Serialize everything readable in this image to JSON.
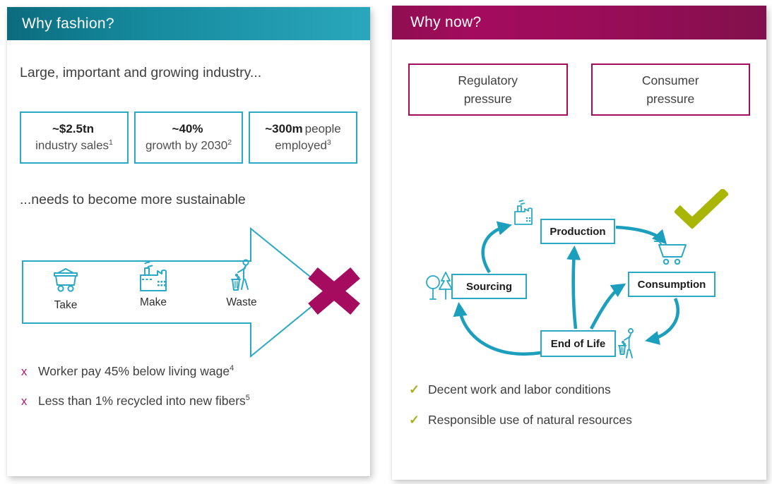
{
  "left_panel": {
    "title": "Why fashion?",
    "intro": "Large, important and growing industry...",
    "stats": [
      {
        "value": "~$2.5tn",
        "value2": "",
        "label": "industry sales",
        "sup": "1"
      },
      {
        "value": "~40%",
        "value2": "",
        "label": "growth by 2030",
        "sup": "2"
      },
      {
        "value": "~300m",
        "value2": "people",
        "label": "employed",
        "sup": "3"
      }
    ],
    "subheading": "...needs to become more sustainable",
    "steps": [
      {
        "label": "Take",
        "icon": "mine-cart-icon"
      },
      {
        "label": "Make",
        "icon": "factory-icon"
      },
      {
        "label": "Waste",
        "icon": "waste-person-icon"
      }
    ],
    "negatives": [
      {
        "marker": "x",
        "text": "Worker pay 45% below living wage",
        "sup": "4"
      },
      {
        "marker": "x",
        "text": "Less than 1% recycled into new fibers",
        "sup": "5"
      }
    ]
  },
  "right_panel": {
    "title": "Why now?",
    "pressures": [
      {
        "line1": "Regulatory",
        "line2": "pressure"
      },
      {
        "line1": "Consumer",
        "line2": "pressure"
      }
    ],
    "cycle": {
      "nodes": [
        {
          "label": "Production"
        },
        {
          "label": "Sourcing"
        },
        {
          "label": "Consumption"
        },
        {
          "label": "End of Life"
        }
      ]
    },
    "positives": [
      {
        "marker": "✓",
        "text": "Decent work and labor conditions"
      },
      {
        "marker": "✓",
        "text": "Responsible use of natural resources"
      }
    ]
  },
  "colors": {
    "teal_dark": "#0c6c7e",
    "teal_light": "#2aa7bc",
    "magenta": "#a40b5e",
    "cyan": "#2aa9c6",
    "arrow_cyan": "#1c9fbd",
    "olive": "#a9b606",
    "body_text": "#3e3e3e"
  }
}
